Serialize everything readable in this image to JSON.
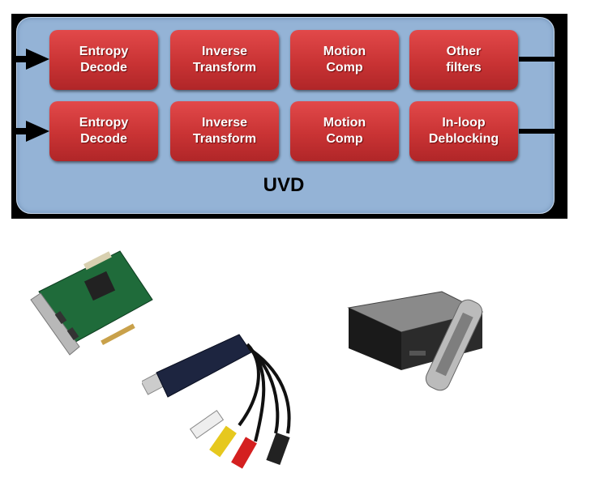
{
  "diagram": {
    "title": "UVD",
    "rows": [
      {
        "blocks": [
          {
            "line1": "Entropy",
            "line2": "Decode"
          },
          {
            "line1": "Inverse",
            "line2": "Transform"
          },
          {
            "line1": "Motion",
            "line2": "Comp"
          },
          {
            "line1": "Other",
            "line2": "filters"
          }
        ]
      },
      {
        "blocks": [
          {
            "line1": "Entropy",
            "line2": "Decode"
          },
          {
            "line1": "Inverse",
            "line2": "Transform"
          },
          {
            "line1": "Motion",
            "line2": "Comp"
          },
          {
            "line1": "In-loop",
            "line2": "Deblocking"
          }
        ]
      }
    ],
    "colors": {
      "panel": "#94b3d6",
      "block": "#c93334",
      "frame": "#000000"
    }
  },
  "images": [
    "pcie-capture-card",
    "usb-video-capture-dongle",
    "media-center-box-with-remote"
  ]
}
